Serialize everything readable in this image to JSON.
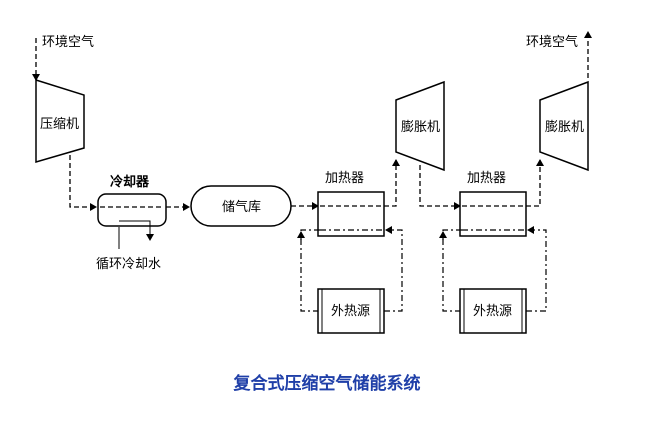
{
  "labels": {
    "ambient_in": "环境空气",
    "ambient_out": "环境空气",
    "compressor": "压缩机",
    "cooler": "冷却器",
    "cooling_water": "循环冷却水",
    "storage": "储气库",
    "heater1": "加热器",
    "heater2": "加热器",
    "expander1": "膨胀机",
    "expander2": "膨胀机",
    "heat_source1": "外热源",
    "heat_source2": "外热源"
  },
  "title": "复合式压缩空气储能系统",
  "colors": {
    "line": "#000000",
    "title": "#1f3fa8",
    "background": "#ffffff"
  }
}
